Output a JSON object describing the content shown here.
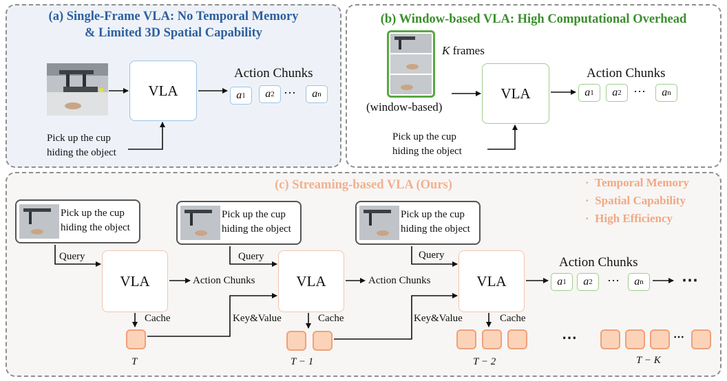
{
  "panel_a": {
    "title_line1": "(a) Single-Frame VLA: No Temporal Memory",
    "title_line2": "& Limited 3D Spatial Capability",
    "vla": "VLA",
    "chunks_label": "Action Chunks",
    "tokens": [
      {
        "base": "a",
        "sub": "1"
      },
      {
        "base": "a",
        "sub": "2"
      },
      {
        "base": "a",
        "sub": "n"
      }
    ],
    "dots": "⋯",
    "instr_line1": "Pick up the cup",
    "instr_line2": "hiding the object"
  },
  "panel_b": {
    "title": "(b) Window-based VLA:  High Computational Overhead",
    "k_label": "K",
    "frames_label": " frames",
    "window_label": "(window-based)",
    "vla": "VLA",
    "chunks_label": "Action Chunks",
    "tokens": [
      {
        "base": "a",
        "sub": "1"
      },
      {
        "base": "a",
        "sub": "2"
      },
      {
        "base": "a",
        "sub": "n"
      }
    ],
    "dots": "⋯",
    "instr_line1": "Pick up the cup",
    "instr_line2": "hiding the object"
  },
  "panel_c": {
    "title": "(c) Streaming-based VLA (Ours)",
    "bullets": [
      "Temporal Memory",
      "Spatial Capability",
      "High Efficiency"
    ],
    "bullet_mark": "·",
    "instr_line1": "Pick up the cup",
    "instr_line2": "hiding the object",
    "query": "Query",
    "vla": "VLA",
    "chunks_mid": "Action Chunks",
    "chunks_label": "Action Chunks",
    "cache": "Cache",
    "kv": "Key&Value",
    "time_labels": [
      "T",
      "T − 1",
      "T − 2",
      "T − K"
    ],
    "tokens": [
      {
        "base": "a",
        "sub": "1"
      },
      {
        "base": "a",
        "sub": "2"
      },
      {
        "base": "a",
        "sub": "n"
      }
    ],
    "dots": "⋯",
    "cont_dots": "⋯",
    "cache_dots": "⋯"
  },
  "colors": {
    "panel_a_title": "#2c5f9e",
    "panel_a_bg": "#eef2f8",
    "panel_a_box": "#9cc2e6",
    "panel_b_title": "#3a8f2c",
    "panel_b_box": "#9fce8a",
    "panel_c_title": "#f2b08f",
    "panel_c_bg": "#f7f6f4",
    "panel_c_box": "#f2c4b0",
    "cache_fill": "#fbd3b8",
    "cache_border": "#f0a07a"
  }
}
